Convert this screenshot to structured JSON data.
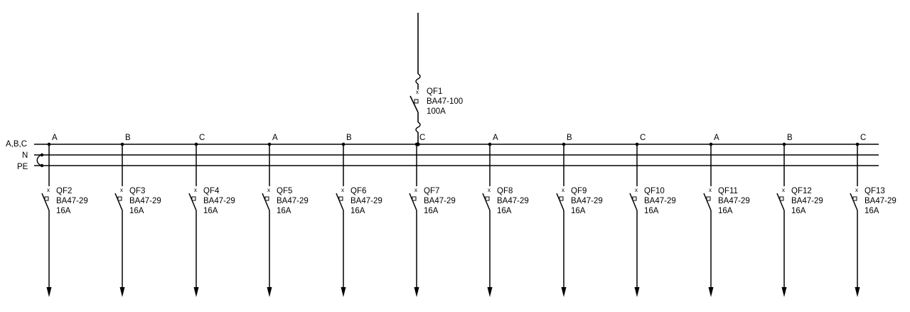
{
  "buses": [
    {
      "id": "abc",
      "label": "A,B,C"
    },
    {
      "id": "n",
      "label": "N"
    },
    {
      "id": "pe",
      "label": "PE"
    }
  ],
  "main_breaker": {
    "name": "QF1",
    "model": "BA47-100",
    "rating": "100A"
  },
  "feeders": [
    {
      "phase": "A",
      "name": "QF2",
      "model": "BA47-29",
      "rating": "16A"
    },
    {
      "phase": "B",
      "name": "QF3",
      "model": "BA47-29",
      "rating": "16A"
    },
    {
      "phase": "C",
      "name": "QF4",
      "model": "BA47-29",
      "rating": "16A"
    },
    {
      "phase": "A",
      "name": "QF5",
      "model": "BA47-29",
      "rating": "16A"
    },
    {
      "phase": "B",
      "name": "QF6",
      "model": "BA47-29",
      "rating": "16A"
    },
    {
      "phase": "C",
      "name": "QF7",
      "model": "BA47-29",
      "rating": "16A"
    },
    {
      "phase": "A",
      "name": "QF8",
      "model": "BA47-29",
      "rating": "16A"
    },
    {
      "phase": "B",
      "name": "QF9",
      "model": "BA47-29",
      "rating": "16A"
    },
    {
      "phase": "C",
      "name": "QF10",
      "model": "BA47-29",
      "rating": "16A"
    },
    {
      "phase": "A",
      "name": "QF11",
      "model": "BA47-29",
      "rating": "16A"
    },
    {
      "phase": "B",
      "name": "QF12",
      "model": "BA47-29",
      "rating": "16A"
    },
    {
      "phase": "C",
      "name": "QF13",
      "model": "BA47-29",
      "rating": "16A"
    }
  ]
}
